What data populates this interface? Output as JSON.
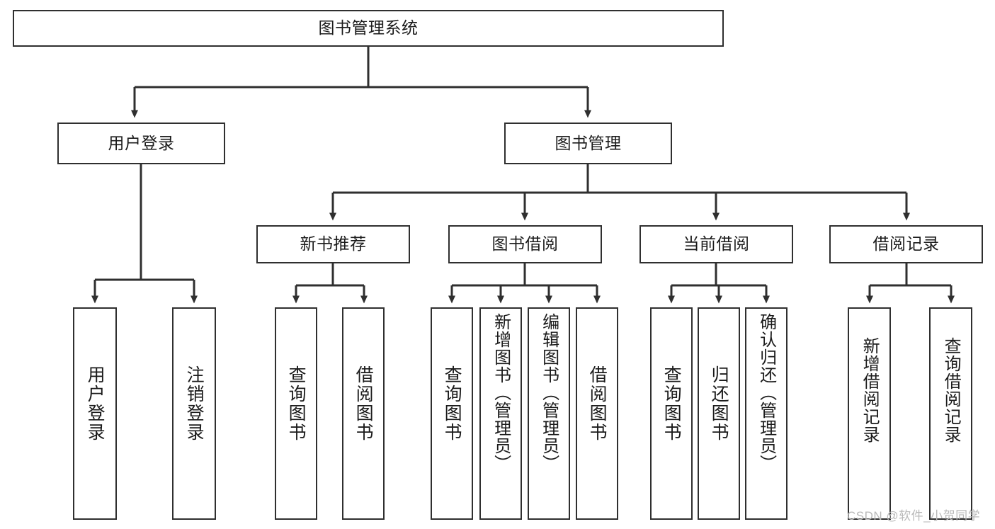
{
  "diagram": {
    "type": "tree-hierarchy",
    "title": "图书管理系统",
    "watermark": "CSDN @软件_小贺同学",
    "colors": {
      "border": "#2f2f2f",
      "background": "#ffffff",
      "text": "#1b1b1b",
      "watermark": "#b9b9b9"
    },
    "nodes": {
      "root": {
        "label": "图书管理系统",
        "level": 1
      },
      "user_login": {
        "label": "用户登录",
        "level": 2
      },
      "book_manage": {
        "label": "图书管理",
        "level": 2
      },
      "new_book_rec": {
        "label": "新书推荐",
        "level": 3
      },
      "book_borrow": {
        "label": "图书借阅",
        "level": 3
      },
      "current_borrow": {
        "label": "当前借阅",
        "level": 3
      },
      "borrow_record": {
        "label": "借阅记录",
        "level": 3
      },
      "leaf_user_login": {
        "label": "用户登录",
        "level": 4
      },
      "leaf_logout": {
        "label": "注销登录",
        "level": 4
      },
      "leaf_query_book_1": {
        "label": "查询图书",
        "level": 4
      },
      "leaf_borrow_book_1": {
        "label": "借阅图书",
        "level": 4
      },
      "leaf_query_book_2": {
        "label": "查询图书",
        "level": 4
      },
      "leaf_add_book": {
        "label": "新增图书（管理员）",
        "level": 4
      },
      "leaf_edit_book": {
        "label": "编辑图书（管理员）",
        "level": 4
      },
      "leaf_borrow_book_2": {
        "label": "借阅图书",
        "level": 4
      },
      "leaf_query_book_3": {
        "label": "查询图书",
        "level": 4
      },
      "leaf_return_book": {
        "label": "归还图书",
        "level": 4
      },
      "leaf_confirm_return": {
        "label": "确认归还（管理员）",
        "level": 4
      },
      "leaf_add_record": {
        "label": "新增借阅记录",
        "level": 4
      },
      "leaf_query_record": {
        "label": "查询借阅记录",
        "level": 4
      }
    },
    "edges": [
      {
        "from": "root",
        "to": "user_login"
      },
      {
        "from": "root",
        "to": "book_manage"
      },
      {
        "from": "user_login",
        "to": "leaf_user_login"
      },
      {
        "from": "user_login",
        "to": "leaf_logout"
      },
      {
        "from": "book_manage",
        "to": "new_book_rec"
      },
      {
        "from": "book_manage",
        "to": "book_borrow"
      },
      {
        "from": "book_manage",
        "to": "current_borrow"
      },
      {
        "from": "book_manage",
        "to": "borrow_record"
      },
      {
        "from": "new_book_rec",
        "to": "leaf_query_book_1"
      },
      {
        "from": "new_book_rec",
        "to": "leaf_borrow_book_1"
      },
      {
        "from": "book_borrow",
        "to": "leaf_query_book_2"
      },
      {
        "from": "book_borrow",
        "to": "leaf_add_book"
      },
      {
        "from": "book_borrow",
        "to": "leaf_edit_book"
      },
      {
        "from": "book_borrow",
        "to": "leaf_borrow_book_2"
      },
      {
        "from": "current_borrow",
        "to": "leaf_query_book_3"
      },
      {
        "from": "current_borrow",
        "to": "leaf_return_book"
      },
      {
        "from": "current_borrow",
        "to": "leaf_confirm_return"
      },
      {
        "from": "borrow_record",
        "to": "leaf_add_record"
      },
      {
        "from": "borrow_record",
        "to": "leaf_query_record"
      }
    ]
  }
}
